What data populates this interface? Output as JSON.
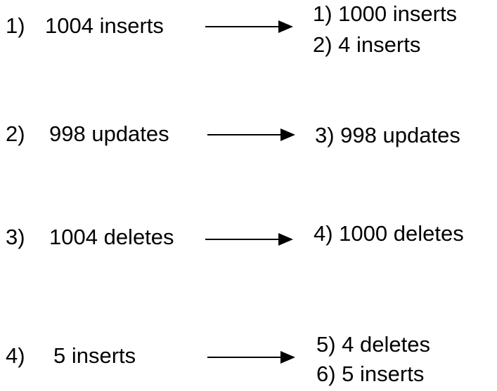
{
  "rows": [
    {
      "number": "1)",
      "source": "1004 inserts",
      "results": [
        "1) 1000 inserts",
        "2) 4 inserts"
      ]
    },
    {
      "number": "2)",
      "source": "998 updates",
      "results": [
        "3) 998 updates"
      ]
    },
    {
      "number": "3)",
      "source": "1004 deletes",
      "results": [
        "4) 1000 deletes"
      ]
    },
    {
      "number": "4)",
      "source": "5 inserts",
      "results": [
        "5) 4 deletes",
        "6) 5 inserts"
      ]
    }
  ]
}
